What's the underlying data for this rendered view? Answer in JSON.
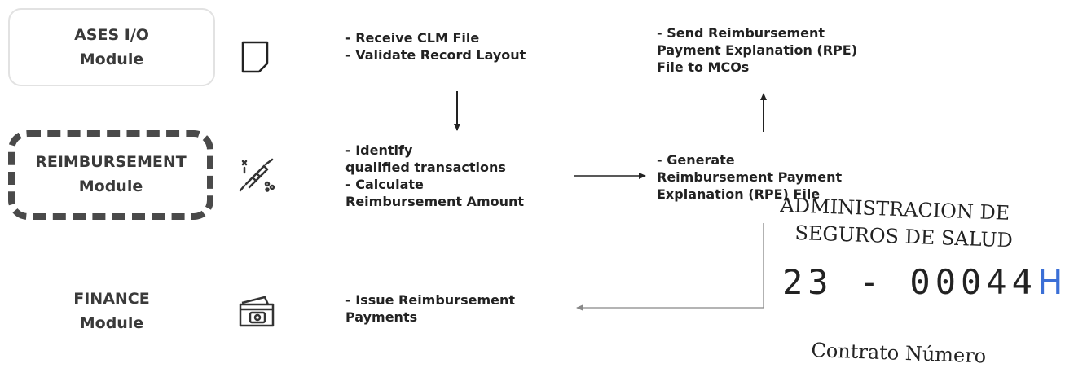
{
  "modules": {
    "ases_io": "ASES I/O\nModule",
    "reimbursement": "REIMBURSEMENT\nModule",
    "finance": "FINANCE\nModule"
  },
  "icons": {
    "ases_io": "document-icon",
    "reimbursement": "syringe-icon",
    "finance": "wallet-icon"
  },
  "steps": {
    "receive": "- Receive CLM File\n- Validate Record Layout",
    "identify": "- Identify\nqualified transactions\n- Calculate\nReimbursement Amount",
    "generate": "- Generate\nReimbursement Payment\nExplanation (RPE) File",
    "send": "- Send Reimbursement\nPayment Explanation (RPE)\nFile to MCOs",
    "issue": "- Issue Reimbursement\nPayments"
  },
  "stamp": {
    "line1": "ADMINISTRACION DE",
    "line2": "SEGUROS DE SALUD",
    "number": "23 - 00044",
    "number_suffix": "H",
    "caption": "Contrato Número"
  },
  "colors": {
    "text": "#222222",
    "stamp_suffix": "#3b6fd6"
  }
}
